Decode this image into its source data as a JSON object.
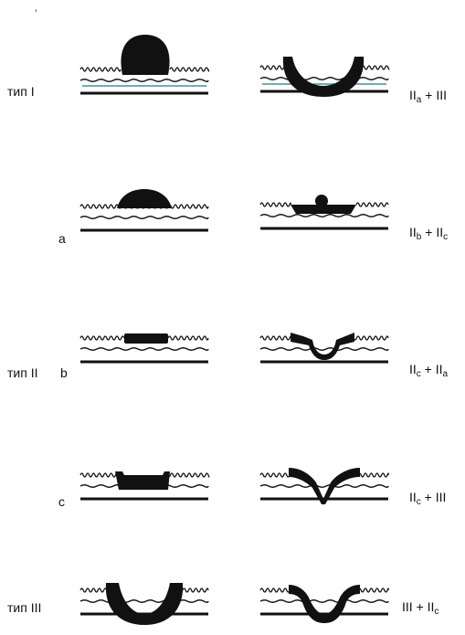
{
  "labels": {
    "type_I": "тип I",
    "type_II": "тип II",
    "type_III": "тип III",
    "sub_a": "a",
    "sub_b": "b",
    "sub_c": "c",
    "tick_mark": "’"
  },
  "combos": [
    {
      "left": "II",
      "left_sub": "a",
      "op": "+",
      "right": "III",
      "right_sub": ""
    },
    {
      "left": "II",
      "left_sub": "b",
      "op": "+",
      "right": "II",
      "right_sub": "c"
    },
    {
      "left": "II",
      "left_sub": "c",
      "op": "+",
      "right": "II",
      "right_sub": "a"
    },
    {
      "left": "II",
      "left_sub": "c",
      "op": "+",
      "right": "III",
      "right_sub": ""
    },
    {
      "left": "III",
      "left_sub": "",
      "op": "+",
      "right": "II",
      "right_sub": "c"
    }
  ],
  "colors": {
    "ink": "#111111",
    "accent": "#1a7a8a"
  }
}
